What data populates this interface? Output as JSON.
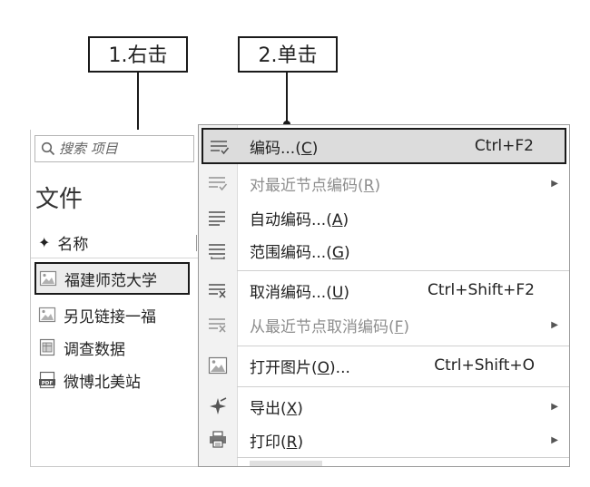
{
  "callouts": {
    "step1": "1.右击",
    "step2": "2.单击"
  },
  "left_panel": {
    "search": {
      "placeholder": "搜索 项目"
    },
    "title": "文件",
    "column_header": "名称",
    "items": [
      {
        "label": "福建师范大学",
        "icon": "image-file-icon",
        "selected": true
      },
      {
        "label": "另见链接一福",
        "icon": "image-file-icon"
      },
      {
        "label": "调查数据",
        "icon": "dataset-file-icon"
      },
      {
        "label": "微博北美站",
        "icon": "pdf-file-icon"
      }
    ]
  },
  "context_menu": {
    "items": [
      {
        "label": "编码...",
        "mnemonic": "C",
        "shortcut": "Ctrl+F2",
        "icon": "code-icon",
        "highlighted": true
      },
      {
        "label": "对最近节点编码",
        "mnemonic": "R",
        "submenu": true,
        "disabled": true,
        "icon": "code-recent-icon"
      },
      {
        "label": "自动编码...",
        "mnemonic": "A",
        "icon": "auto-code-icon"
      },
      {
        "label": "范围编码...",
        "mnemonic": "G",
        "icon": "range-code-icon"
      },
      {
        "label": "取消编码...",
        "mnemonic": "U",
        "shortcut": "Ctrl+Shift+F2",
        "icon": "uncode-icon"
      },
      {
        "label": "从最近节点取消编码",
        "mnemonic": "F",
        "submenu": true,
        "disabled": true,
        "icon": "uncode-recent-icon"
      },
      {
        "label": "打开图片",
        "mnemonic": "O",
        "suffix": "...",
        "shortcut": "Ctrl+Shift+O",
        "icon": "open-picture-icon"
      },
      {
        "label": "导出",
        "mnemonic": "X",
        "submenu": true,
        "icon": "export-icon"
      },
      {
        "label": "打印",
        "mnemonic": "R",
        "submenu": true,
        "icon": "print-icon"
      }
    ]
  },
  "colors": {
    "highlight": "#dcdcdc",
    "gutter": "#f2f2f2",
    "disabled_text": "#8e8e8e",
    "outline": "#1a1a1a"
  }
}
